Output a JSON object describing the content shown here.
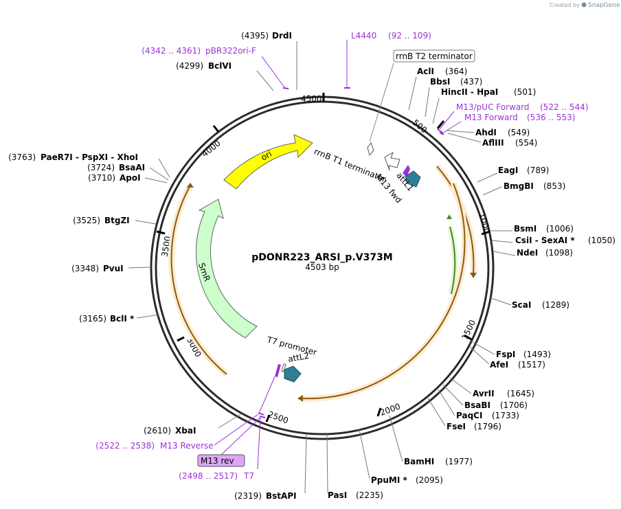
{
  "branding": {
    "created_by": "Created by",
    "app": "SnapGene"
  },
  "plasmid": {
    "name": "pDONR223_ARSI_p.V373M",
    "length_label": "4503 bp"
  },
  "ticks": [
    "500",
    "1000",
    "1500",
    "2000",
    "2500",
    "3000",
    "3500",
    "4000",
    "4500"
  ],
  "enzymes": [
    {
      "pos": "(4395)",
      "name": "DrdI"
    },
    {
      "pos": "(4299)",
      "name": "BclVI"
    },
    {
      "pos": "(364)",
      "name": "AclI"
    },
    {
      "pos": "(437)",
      "name": "BbsI"
    },
    {
      "pos": "(501)",
      "name": "HincII  -  HpaI"
    },
    {
      "pos": "(549)",
      "name": "AhdI"
    },
    {
      "pos": "(554)",
      "name": "AflIII"
    },
    {
      "pos": "(789)",
      "name": "EagI"
    },
    {
      "pos": "(853)",
      "name": "BmgBI"
    },
    {
      "pos": "(1006)",
      "name": "BsmI"
    },
    {
      "pos": "(1050)",
      "name": "CsiI  -  SexAI *"
    },
    {
      "pos": "(1098)",
      "name": "NdeI"
    },
    {
      "pos": "(1289)",
      "name": "ScaI"
    },
    {
      "pos": "(1493)",
      "name": "FspI"
    },
    {
      "pos": "(1517)",
      "name": "AfeI"
    },
    {
      "pos": "(1645)",
      "name": "AvrII"
    },
    {
      "pos": "(1706)",
      "name": "BsaBI"
    },
    {
      "pos": "(1733)",
      "name": "PaqCI"
    },
    {
      "pos": "(1796)",
      "name": "FseI"
    },
    {
      "pos": "(1977)",
      "name": "BamHI"
    },
    {
      "pos": "(2095)",
      "name": "PpuMI *"
    },
    {
      "pos": "(2235)",
      "name": "PasI"
    },
    {
      "pos": "(2319)",
      "name": "BstAPI"
    },
    {
      "pos": "(2610)",
      "name": "XbaI"
    },
    {
      "pos": "(3165)",
      "name": "BclI *"
    },
    {
      "pos": "(3348)",
      "name": "PvuI"
    },
    {
      "pos": "(3525)",
      "name": "BtgZI"
    },
    {
      "pos": "(3710)",
      "name": "ApoI"
    },
    {
      "pos": "(3724)",
      "name": "BsaAI"
    },
    {
      "pos": "(3763)",
      "name": "PaeR7I  -  PspXI  -  XhoI"
    }
  ],
  "primers": [
    {
      "name": "L4440",
      "range": "(92 .. 109)"
    },
    {
      "name": "pBR322ori-F",
      "range": "(4342 .. 4361)"
    },
    {
      "name": "M13/pUC Forward",
      "range": "(522 .. 544)"
    },
    {
      "name": "M13 Forward",
      "range": "(536 .. 553)"
    },
    {
      "name": "M13 Reverse",
      "range": "(2522 .. 2538)"
    },
    {
      "name": "T7",
      "range": "(2498 .. 2517)"
    }
  ],
  "boxed_labels": {
    "rrnb_t2": "rrnB T2 terminator",
    "m13_rev": "M13 rev"
  },
  "features": {
    "ori": "ori",
    "smr": "SmR",
    "rrnb_t1": "rrnB T1 terminator",
    "m13_fwd": "M13 fwd",
    "attl1": "attL1",
    "t7_promoter": "T7 promoter",
    "attl2": "attL2"
  },
  "colors": {
    "primer": "#9b30d9",
    "ori": "#ffff00",
    "smr": "#ccffcc",
    "att": "#2e7f94",
    "orf_outline": "#f5a623",
    "orf_fill": "#fdeccf",
    "inner_orf": "#7ac943",
    "m13rev_box": "#dda6f5"
  }
}
